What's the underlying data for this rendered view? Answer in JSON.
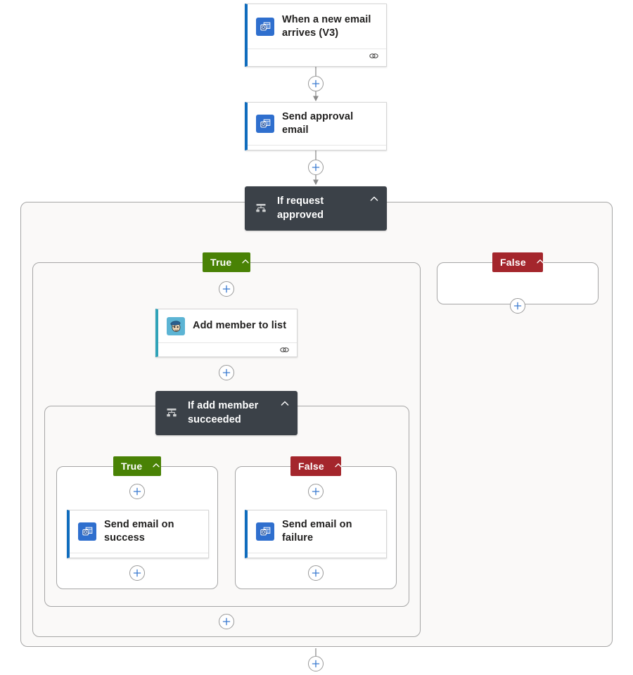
{
  "flow": {
    "title": "Power Automate flow designer canvas",
    "colors": {
      "accent_blue": "#0f6cbd",
      "accent_teal": "#30a3b8",
      "true_green": "#498205",
      "false_red": "#a4262c",
      "condition_dark": "#3b4148",
      "scope_fill": "#faf9f8",
      "border_gray": "#a6a6a6",
      "plus_blue": "#3a7ad0",
      "connector_gray": "#969696"
    },
    "nodes": {
      "trigger": {
        "label": "When a new email arrives (V3)",
        "icon": "outlook-icon",
        "footer_icon": "link-icon"
      },
      "approval": {
        "label": "Send approval email",
        "icon": "outlook-icon",
        "footer_icon": "link-icon"
      },
      "condition_outer": {
        "label": "If request approved",
        "icon": "condition-icon",
        "collapse_icon": "chevron-up-icon"
      },
      "add_member": {
        "label": "Add member to list",
        "icon": "mailchimp-icon",
        "footer_icon": "link-icon"
      },
      "condition_inner": {
        "label": "If add member succeeded",
        "icon": "condition-icon",
        "collapse_icon": "chevron-up-icon"
      },
      "success": {
        "label": "Send email on success",
        "icon": "outlook-icon",
        "footer_icon": "link-icon"
      },
      "failure": {
        "label": "Send email on failure",
        "icon": "outlook-icon",
        "footer_icon": "link-icon"
      }
    },
    "branches": {
      "outer_true": {
        "label": "True",
        "collapse_icon": "chevron-up-icon"
      },
      "outer_false": {
        "label": "False",
        "collapse_icon": "chevron-up-icon"
      },
      "inner_true": {
        "label": "True",
        "collapse_icon": "chevron-up-icon"
      },
      "inner_false": {
        "label": "False",
        "collapse_icon": "chevron-up-icon"
      }
    },
    "add_buttons": [
      {
        "name": "add-step-after-trigger"
      },
      {
        "name": "add-step-after-approval"
      },
      {
        "name": "add-step-outer-true-top"
      },
      {
        "name": "add-step-outer-false"
      },
      {
        "name": "add-step-after-add-member"
      },
      {
        "name": "add-step-inner-true-top"
      },
      {
        "name": "add-step-inner-false-top"
      },
      {
        "name": "add-step-inner-true-bottom"
      },
      {
        "name": "add-step-inner-false-bottom"
      },
      {
        "name": "add-step-outer-true-bottom"
      },
      {
        "name": "add-step-end-of-flow"
      }
    ]
  }
}
